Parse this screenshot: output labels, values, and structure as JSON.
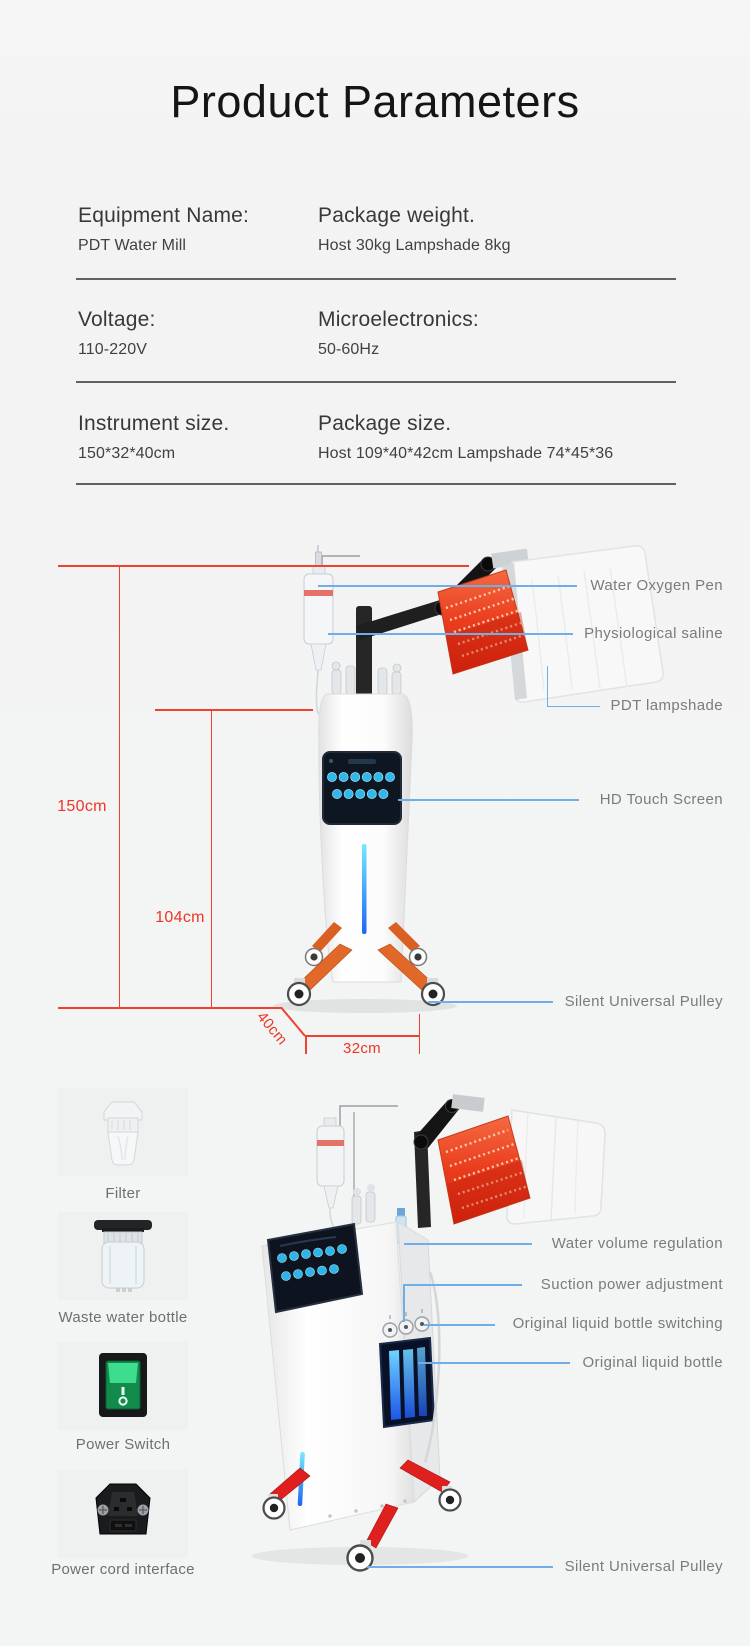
{
  "page": {
    "title": "Product Parameters"
  },
  "specs": {
    "rows": [
      {
        "left": {
          "label": "Equipment Name:",
          "value": "PDT Water Mill"
        },
        "right": {
          "label": "Package weight.",
          "value": "Host 30kg Lampshade 8kg"
        }
      },
      {
        "left": {
          "label": "Voltage:",
          "value": "110-220V"
        },
        "right": {
          "label": "Microelectronics:",
          "value": "50-60Hz"
        }
      },
      {
        "left": {
          "label": "Instrument size.",
          "value": "150*32*40cm"
        },
        "right": {
          "label": "Package size.",
          "value": "Host 109*40*42cm Lampshade 74*45*36"
        }
      }
    ]
  },
  "diagram1": {
    "callouts": {
      "water_oxygen_pen": "Water Oxygen Pen",
      "physiological_saline": "Physiological saline",
      "pdt_lampshade": "PDT lampshade",
      "hd_touch_screen": "HD Touch Screen",
      "silent_universal_pulley": "Silent Universal Pulley"
    },
    "dimensions": {
      "total_height": "150cm",
      "host_height": "104cm",
      "depth": "40cm",
      "width": "32cm"
    }
  },
  "parts": {
    "items": [
      {
        "label": "Filter"
      },
      {
        "label": "Waste water bottle"
      },
      {
        "label": "Power Switch"
      },
      {
        "label": "Power cord interface"
      }
    ]
  },
  "diagram2": {
    "callouts": {
      "water_volume_regulation": "Water volume regulation",
      "suction_power_adjustment": "Suction power adjustment",
      "original_liquid_bottle_switching": "Original liquid bottle switching",
      "original_liquid_bottle": "Original liquid bottle",
      "silent_universal_pulley": "Silent Universal Pulley"
    }
  },
  "colors": {
    "accent_red": "#ee3a2c",
    "callout_blue": "#70aee8",
    "label_gray": "#7b7b7b",
    "led_blue": "#2fb4e8",
    "leg_orange": "#e2682a",
    "leg_red": "#e01f1f"
  }
}
